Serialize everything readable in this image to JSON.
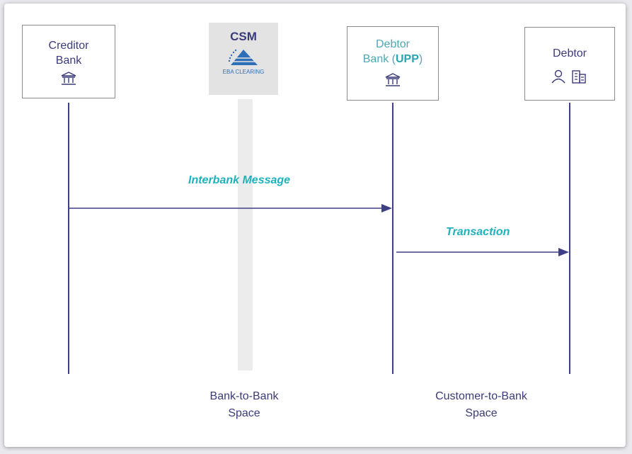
{
  "participants": {
    "creditor": {
      "line1": "Creditor",
      "line2": "Bank",
      "icon": "bank-icon"
    },
    "csm": {
      "title": "CSM",
      "logo_text": "EBA CLEARING",
      "icon": "eba-clearing-logo"
    },
    "debtor_bank": {
      "line1": "Debtor",
      "line2_pre": "Bank (",
      "line2_bold": "UPP",
      "line2_post": ")",
      "icon": "bank-icon"
    },
    "debtor": {
      "line1": "Debtor",
      "icon": "person-building-icon"
    }
  },
  "messages": {
    "interbank": "Interbank Message",
    "transaction": "Transaction"
  },
  "spaces": {
    "bank_to_bank": {
      "line1": "Bank-to-Bank",
      "line2": "Space"
    },
    "customer_to_bank": {
      "line1": "Customer-to-Bank",
      "line2": "Space"
    }
  },
  "colors": {
    "line": "#3f3f86",
    "accent_text": "#1fb2be",
    "label_text": "#3b3b7a",
    "debtor_bank_text": "#4da8b4"
  }
}
